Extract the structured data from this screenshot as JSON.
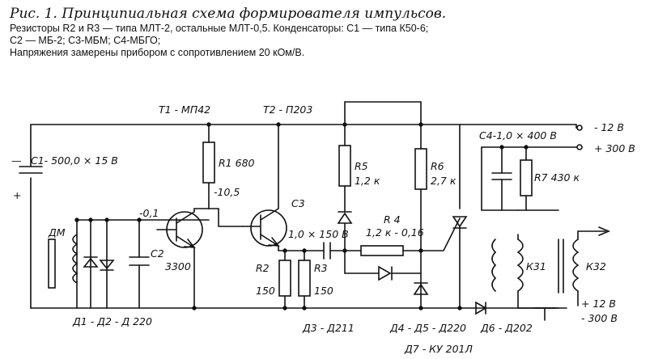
{
  "caption": {
    "title": "Рис. 1. Принципиальная схема формирователя импульсов.",
    "line1": "Резисторы R2 и R3 — типа МЛТ-2, остальные МЛТ-0,5. Конденсаторы: C1 — типа К50-6;",
    "line2": "C2 — МБ-2; C3-МБМ; C4-МБГО;",
    "line3": "Напряжения замерены прибором с сопротивлением 20 кОм/В."
  },
  "labels": {
    "t1": "Т1 - МП42",
    "t2": "Т2 - П203",
    "minus12": "- 12 В",
    "plus300": "+ 300 В",
    "c1": "С1- 500,0 × 15 В",
    "r1": "R1  680",
    "v105": "-10,5",
    "c3": "С3",
    "v01": "-0,1",
    "c2": "С2",
    "c2v": "3300",
    "r5": "R5",
    "r5v": "1,2 к",
    "r6": "R6",
    "r6v": "2,7 к",
    "c4": "С4-1,0 × 400 В",
    "r7": "R7  430 к",
    "c3v": "1,0 × 150 В",
    "r4": "R 4",
    "r4v": "1,2 к - 0,16",
    "dm": "ДМ",
    "r2": "R2",
    "r2v": "150",
    "r3": "R3",
    "r3v": "150",
    "k31": "К31",
    "k32": "К32",
    "plus12": "+ 12 В",
    "minus300": "- 300 В",
    "d1": "Д1 - Д2 - Д 220",
    "d3": "Д3 - Д211",
    "d4": "Д4 - Д5 - Д220",
    "d6": "Д6 - Д202",
    "d7": "Д7 - КУ 201Л",
    "minus_sign": "—",
    "plus_sign": "+"
  }
}
